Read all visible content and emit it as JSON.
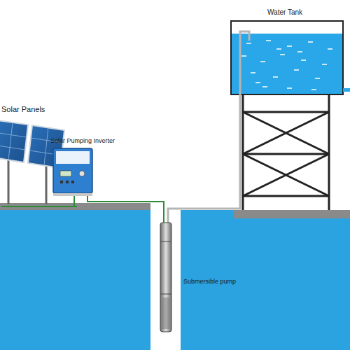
{
  "diagram": {
    "labels": [
      "Solar Panels",
      "Solar Pumping Inverter",
      "Water Tank",
      "Submersible pump"
    ]
  }
}
